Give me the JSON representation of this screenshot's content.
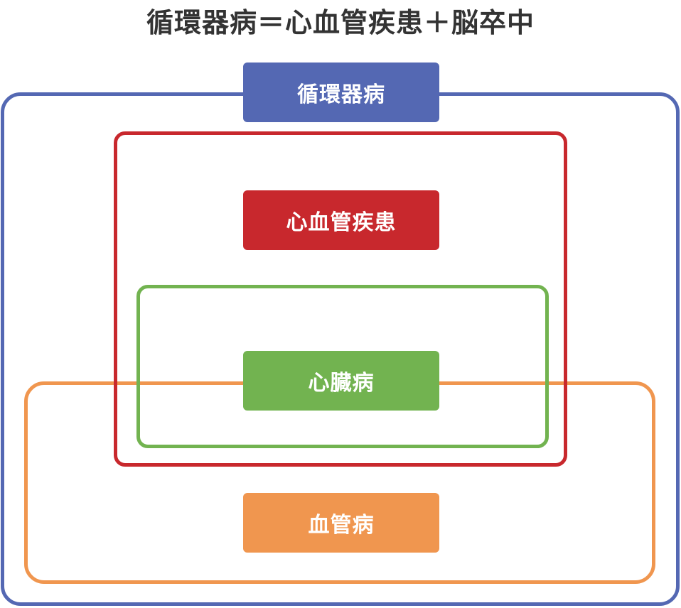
{
  "title": "循環器病＝心血管疾患＋脳卒中",
  "groups": {
    "circulatory": {
      "label": "循環器病",
      "color": "#5468b3"
    },
    "cardiovascular": {
      "label": "心血管疾患",
      "color": "#c8282d"
    },
    "heart": {
      "label": "心臓病",
      "color": "#72b350"
    },
    "vascular": {
      "label": "血管病",
      "color": "#f0964f"
    }
  }
}
